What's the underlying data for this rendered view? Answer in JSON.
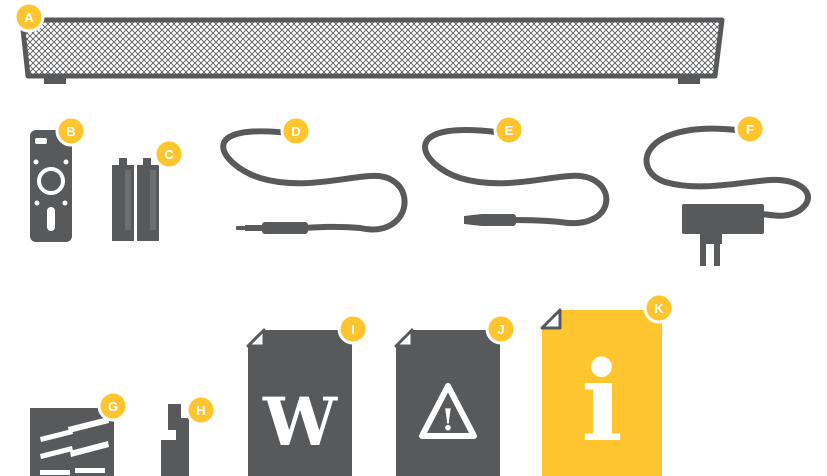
{
  "colors": {
    "gray": "#58595B",
    "yellow": "#FFC52F",
    "white": "#FFFFFF"
  },
  "items": [
    {
      "id": "A",
      "label": "A",
      "icon": "soundbar-icon"
    },
    {
      "id": "B",
      "label": "B",
      "icon": "remote-control-icon"
    },
    {
      "id": "C",
      "label": "C",
      "icon": "batteries-icon"
    },
    {
      "id": "D",
      "label": "D",
      "icon": "audio-cable-icon"
    },
    {
      "id": "E",
      "label": "E",
      "icon": "optical-cable-icon"
    },
    {
      "id": "F",
      "label": "F",
      "icon": "power-adapter-icon"
    },
    {
      "id": "G",
      "label": "G",
      "icon": "screws-anchors-icon"
    },
    {
      "id": "H",
      "label": "H",
      "icon": "bracket-icon"
    },
    {
      "id": "I",
      "label": "I",
      "icon": "warranty-document-icon",
      "glyph": "W"
    },
    {
      "id": "J",
      "label": "J",
      "icon": "safety-document-icon",
      "glyph": "!"
    },
    {
      "id": "K",
      "label": "K",
      "icon": "info-document-icon",
      "glyph": "i"
    }
  ]
}
